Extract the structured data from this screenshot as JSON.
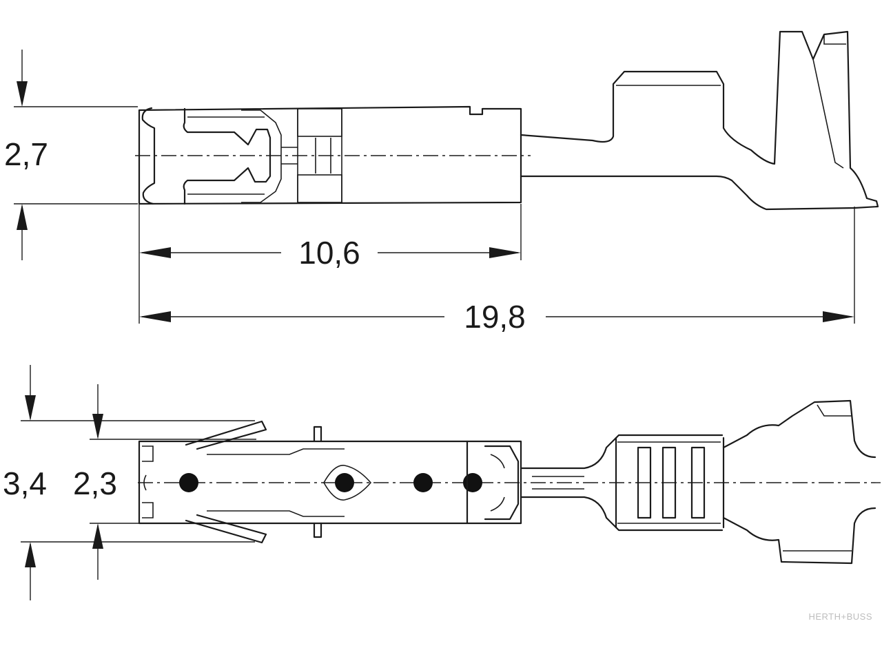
{
  "dimensions": {
    "top_height": "2,7",
    "top_length_short": "10,6",
    "top_length_total": "19,8",
    "bottom_outer_width": "3,4",
    "bottom_inner_width": "2,3"
  },
  "brand": "HERTH+BUSS",
  "colors": {
    "line": "#1a1a1a",
    "brand": "#bdbdbd",
    "background": "#ffffff"
  }
}
